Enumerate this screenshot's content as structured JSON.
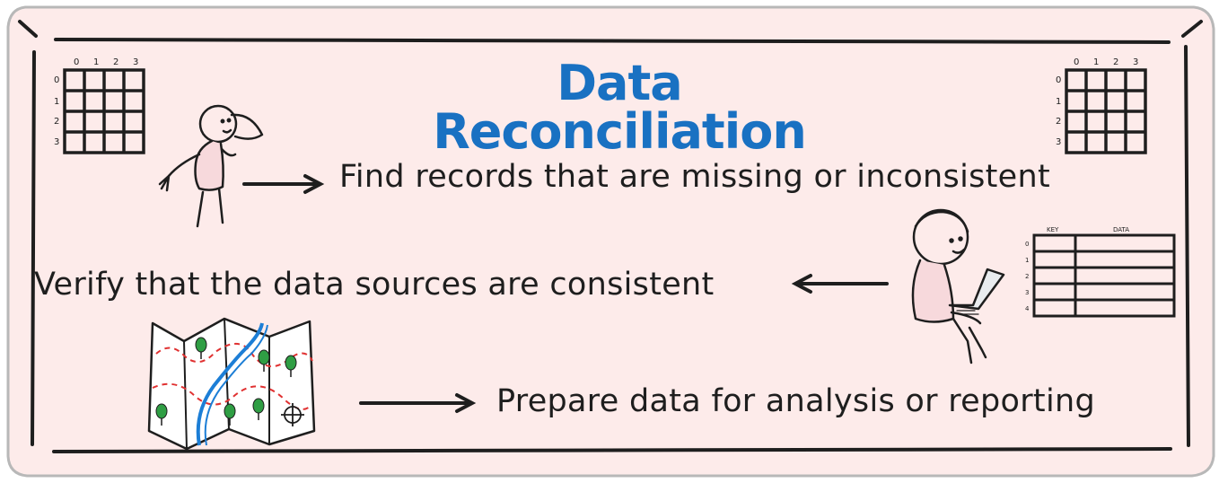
{
  "title": "Data Reconciliation",
  "colors": {
    "panel_fill": "#fdebea",
    "panel_border": "#b8b8b8",
    "title_blue": "#1971c2",
    "ink": "#1e1e1e",
    "map_route": "#e03131",
    "map_river": "#1c7ed6",
    "map_tree": "#2f9e44"
  },
  "steps": [
    {
      "text": "Find records that are missing or inconsistent",
      "arrow": "right"
    },
    {
      "text": "Verify that the data sources are consistent",
      "arrow": "left"
    },
    {
      "text": "Prepare data for analysis or reporting",
      "arrow": "right"
    }
  ],
  "grid_left": {
    "col_labels": [
      "0",
      "1",
      "2",
      "3"
    ],
    "row_labels": [
      "0",
      "1",
      "2",
      "3"
    ]
  },
  "grid_right": {
    "col_labels": [
      "0",
      "1",
      "2",
      "3"
    ],
    "row_labels": [
      "0",
      "1",
      "2",
      "3"
    ]
  },
  "key_table": {
    "headers": [
      "KEY",
      "DATA"
    ],
    "row_labels": [
      "0",
      "1",
      "2",
      "3",
      "4"
    ]
  },
  "icons": [
    "person-looking-icon",
    "person-laptop-icon",
    "folded-map-icon"
  ]
}
